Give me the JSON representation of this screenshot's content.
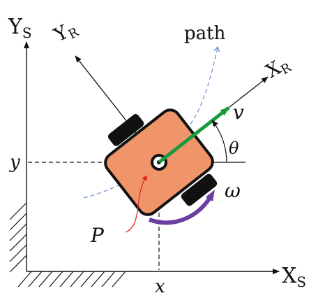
{
  "axes": {
    "world_x_label": "X",
    "world_x_sub": "S",
    "world_y_label": "Y",
    "world_y_sub": "S",
    "coord_x": "x",
    "coord_y": "y"
  },
  "robot": {
    "frame_x_label": "X",
    "frame_x_sub": "R",
    "frame_y_label": "Y",
    "frame_y_sub": "R",
    "body_color": "#F0956A",
    "wheel_color": "#111111",
    "velocity_color": "#1A9A3C",
    "angular_color": "#6B3FA0"
  },
  "labels": {
    "path": "path",
    "velocity": "v",
    "angle": "θ",
    "angular_velocity": "ω",
    "point": "P"
  },
  "colors": {
    "path_line": "#5A82C8",
    "point_pointer": "#E0241C"
  }
}
